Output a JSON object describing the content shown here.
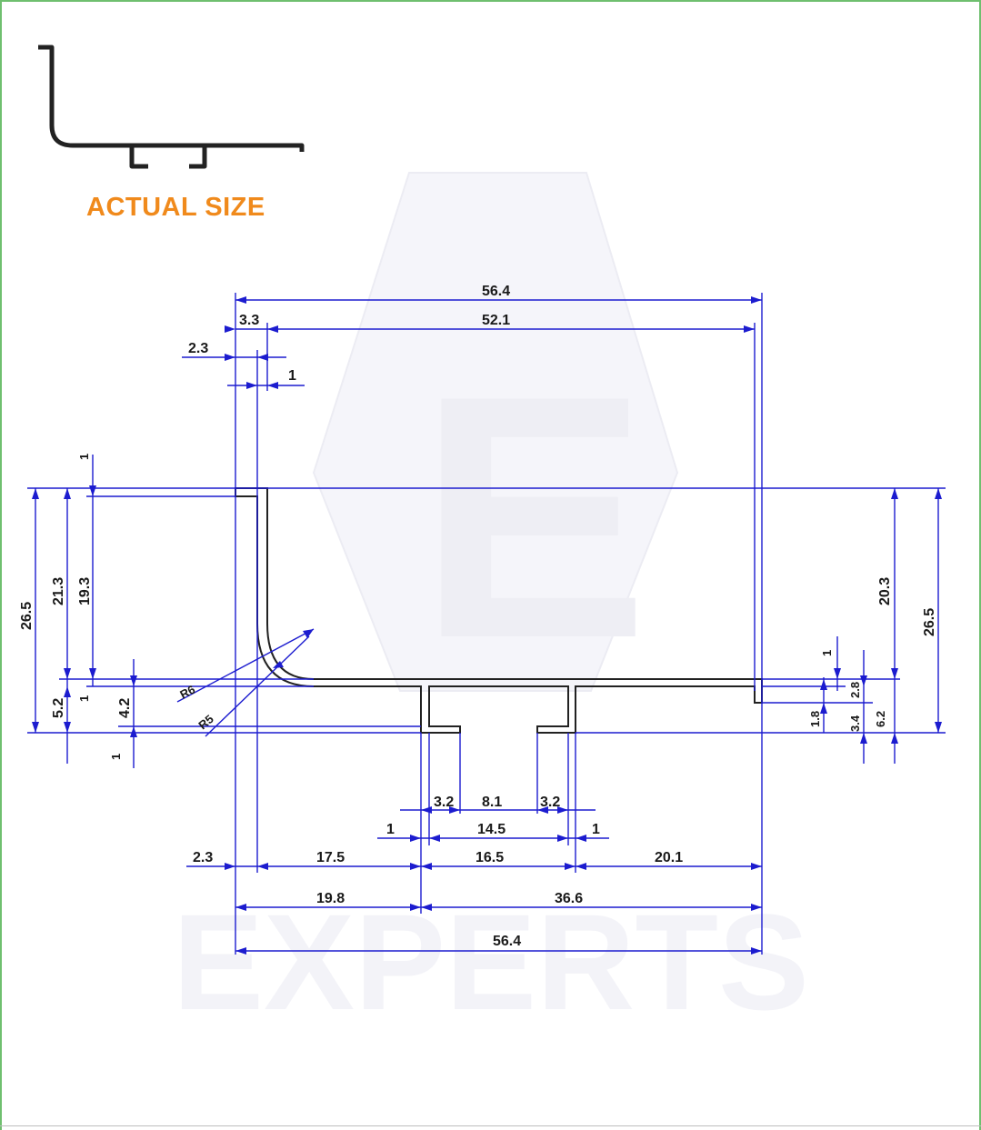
{
  "caption": "ACTUAL SIZE",
  "watermark": {
    "brand": "EXPERTS",
    "monogram": "E"
  },
  "colors": {
    "dimension": "#1c1ccf",
    "profile": "#222222",
    "caption": "#f08a1c",
    "border": "#6fbf6f"
  },
  "dimensions": {
    "overall_width_top": "56.4",
    "inner_width_top": "52.1",
    "flange_3_3": "3.3",
    "offset_2_3_top": "2.3",
    "thickness_1_top": "1",
    "overall_height_left": "26.5",
    "height_21_3": "21.3",
    "height_19_3": "19.3",
    "height_5_2": "5.2",
    "height_4_2": "4.2",
    "thickness_1_left_a": "1",
    "thickness_1_left_b": "1",
    "thickness_1_left_c": "1",
    "radius_r6": "R6",
    "radius_r5": "R5",
    "leg_3_2_left": "3.2",
    "gap_8_1": "8.1",
    "leg_3_2_right": "3.2",
    "span_14_5": "14.5",
    "thickness_1_mid_left": "1",
    "thickness_1_mid_right": "1",
    "span_16_5": "16.5",
    "offset_2_3_bottom": "2.3",
    "span_17_5": "17.5",
    "span_20_1": "20.1",
    "span_19_8": "19.8",
    "span_36_6": "36.6",
    "overall_width_bottom": "56.4",
    "height_20_3": "20.3",
    "overall_height_right": "26.5",
    "height_1_8": "1.8",
    "thickness_1_right": "1",
    "height_3_4": "3.4",
    "height_2_8": "2.8",
    "height_6_2": "6.2"
  }
}
